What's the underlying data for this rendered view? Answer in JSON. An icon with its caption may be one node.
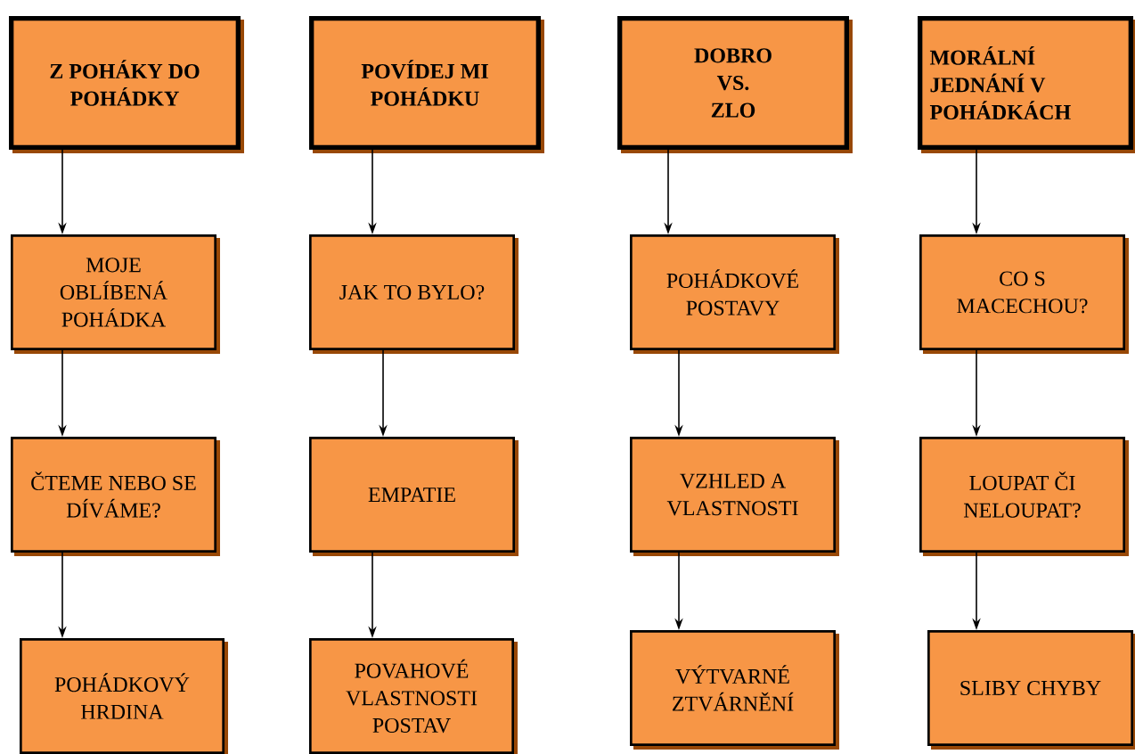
{
  "diagram": {
    "nodes": [
      {
        "text": [
          "Z POHÁKY DO POHÁDKY"
        ]
      },
      {
        "text": [
          "POVÍDEJ MI POHÁDKU"
        ]
      },
      {
        "text": [
          "DOBRO VS. ZLO"
        ]
      },
      {
        "text": [
          "MORÁLNÍ JEDNÁNÍ V POHÁDKÁCH"
        ]
      },
      {
        "text": [
          "MOJE OBLÍBENÁ POHÁDKA"
        ]
      },
      {
        "text": [
          "JAK TO BYLO?"
        ]
      },
      {
        "text": [
          "POHÁDKOVÉ POSTAVY"
        ]
      },
      {
        "text": [
          "CO S MACECHOU?"
        ]
      },
      {
        "text": [
          "ČTEME NEBO SE DÍVÁME?"
        ]
      },
      {
        "text": [
          "EMPATIE"
        ]
      },
      {
        "text": [
          "VZHLED A VLASTNOSTI"
        ]
      },
      {
        "text": [
          "LOUPAT ČI NELOUPAT?"
        ]
      },
      {
        "text": [
          "POHÁDKOVÝ HRDINA"
        ]
      },
      {
        "text": [
          "POVAHOVÉ VLASTNOSTI POSTAV"
        ]
      },
      {
        "text": [
          "VÝTVARNÉ ZTVÁRNĚNÍ"
        ]
      },
      {
        "text": [
          "SLIBY CHYBY"
        ]
      }
    ],
    "edges": [
      {
        "from": 0,
        "to": 4,
        "arrow": "to"
      },
      {
        "from": 4,
        "to": 8,
        "arrow": "to"
      },
      {
        "from": 8,
        "to": 12,
        "arrow": "to"
      },
      {
        "from": 1,
        "to": 5,
        "arrow": "to"
      },
      {
        "from": 5,
        "to": 9,
        "arrow": "to"
      },
      {
        "from": 9,
        "to": 13,
        "arrow": "to"
      },
      {
        "from": 2,
        "to": 6,
        "arrow": "to"
      },
      {
        "from": 6,
        "to": 10,
        "arrow": "to"
      },
      {
        "from": 10,
        "to": 14,
        "arrow": "to"
      },
      {
        "from": 3,
        "to": 7,
        "arrow": "to"
      },
      {
        "from": 7,
        "to": 11,
        "arrow": "to"
      },
      {
        "from": 11,
        "to": 15,
        "arrow": "to"
      }
    ]
  }
}
